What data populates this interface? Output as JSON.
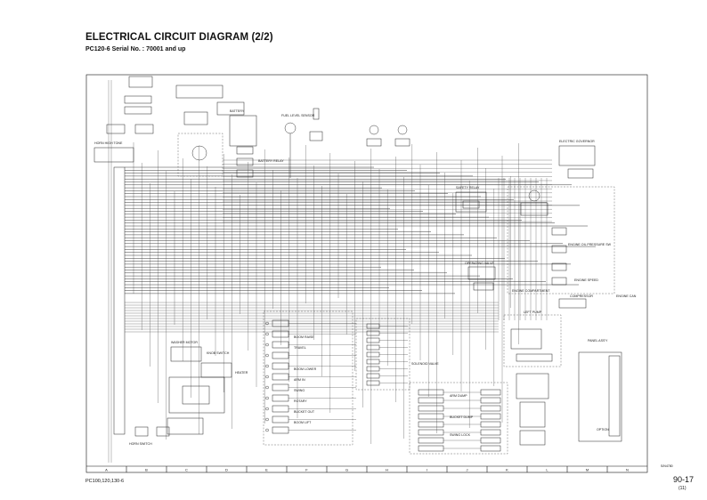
{
  "header": {
    "title": "ELECTRICAL CIRCUIT DIAGRAM (2/2)",
    "subtitle": "PC120-6  Serial No. : 70001 and up"
  },
  "footer": {
    "models": "PC100,120,130-6",
    "page": "90-17",
    "page_sub": "(11)",
    "drawing_code": "S/N4780"
  },
  "border_columns": [
    "A",
    "B",
    "C",
    "D",
    "E",
    "F",
    "G",
    "H",
    "I",
    "J",
    "K",
    "L",
    "M",
    "N"
  ],
  "labels": {
    "fuel_level_sensor": "FUEL LEVEL SENSOR",
    "battery": "BATTERY",
    "battery_relay": "BATTERY RELAY",
    "horn_high_tone": "HORN HIGH TONE",
    "safety_relay": "SAFETY RELAY",
    "electric_governor": "ELECTRIC GOVERNOR",
    "engine_oil_pressure": "ENGINE OIL PRESSURE SW",
    "engine_speed": "ENGINE SPEED",
    "engine_compartment": "ENGINE COMPARTMENT",
    "operating_valve": "OPERATING VALVE",
    "compressor": "COMPRESSOR",
    "washer_motor": "WASHER MOTOR",
    "heater": "HEATER",
    "solenoid_valve": "SOLENOID VALVE",
    "left_pump": "LEFT PUMP",
    "panel_assy": "PANEL ASS'Y",
    "horn_switch": "HORN SWITCH",
    "travel": "TRAVEL",
    "boom_lower": "BOOM LOWER",
    "bucket_dump": "BUCKET DUMP",
    "arm_dump": "ARM DUMP",
    "swing_lock": "SWING LOCK",
    "boom_raise": "BOOM RAISE",
    "arm_in": "ARM IN",
    "swing": "SWING",
    "rotary": "ROTARY",
    "bucket_out": "BUCKET OUT",
    "boom_lift": "BOOM LIFT",
    "engine_can": "ENGINE CAN",
    "knob_switch": "KNOB SWITCH",
    "option": "OPTION"
  }
}
